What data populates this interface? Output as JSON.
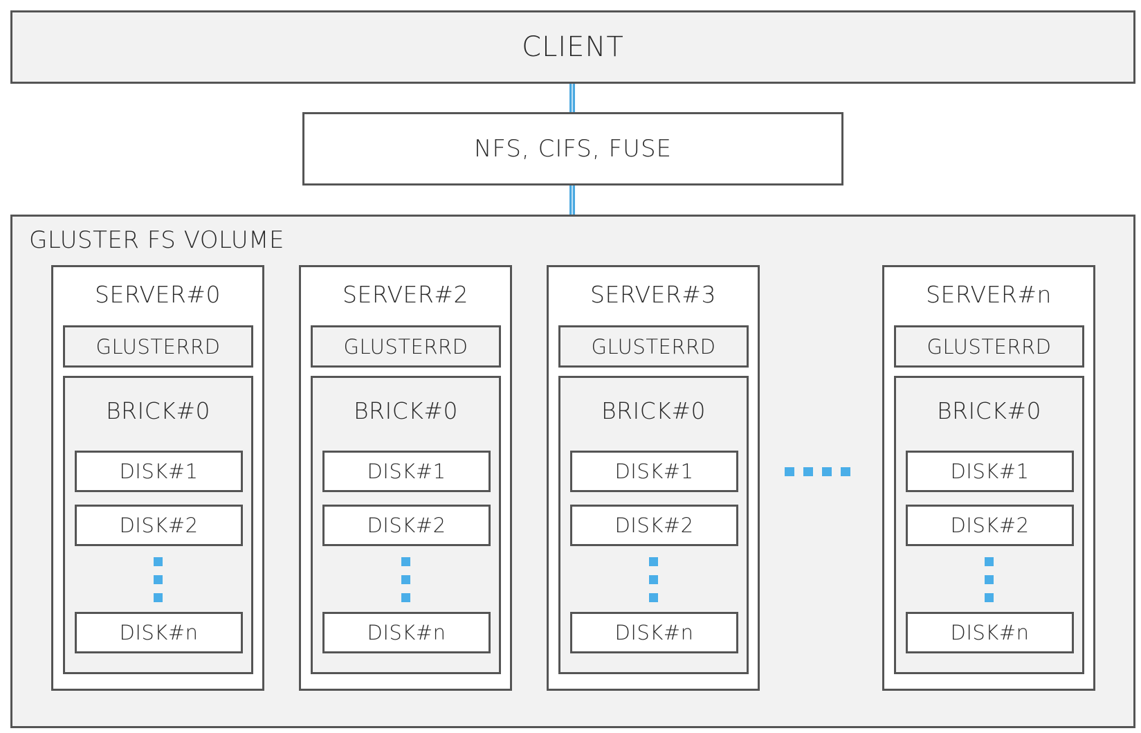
{
  "client": {
    "label": "CLIENT"
  },
  "protocols": {
    "label": "NFS, CIFS, FUSE"
  },
  "volume": {
    "title": "GLUSTER FS VOLUME",
    "servers": [
      {
        "title": "SERVER#0",
        "daemon": "GLUSTERRD",
        "brick": {
          "title": "BRICK#0",
          "disks": [
            "DISK#1",
            "DISK#2",
            "DISK#n"
          ]
        }
      },
      {
        "title": "SERVER#2",
        "daemon": "GLUSTERRD",
        "brick": {
          "title": "BRICK#0",
          "disks": [
            "DISK#1",
            "DISK#2",
            "DISK#n"
          ]
        }
      },
      {
        "title": "SERVER#3",
        "daemon": "GLUSTERRD",
        "brick": {
          "title": "BRICK#0",
          "disks": [
            "DISK#1",
            "DISK#2",
            "DISK#n"
          ]
        }
      },
      {
        "title": "SERVER#n",
        "daemon": "GLUSTERRD",
        "brick": {
          "title": "BRICK#0",
          "disks": [
            "DISK#1",
            "DISK#2",
            "DISK#n"
          ]
        }
      }
    ]
  },
  "colors": {
    "border": "#555555",
    "panel_fill": "#f2f2f2",
    "box_fill": "#ffffff",
    "accent_blue": "#4aaee8"
  }
}
